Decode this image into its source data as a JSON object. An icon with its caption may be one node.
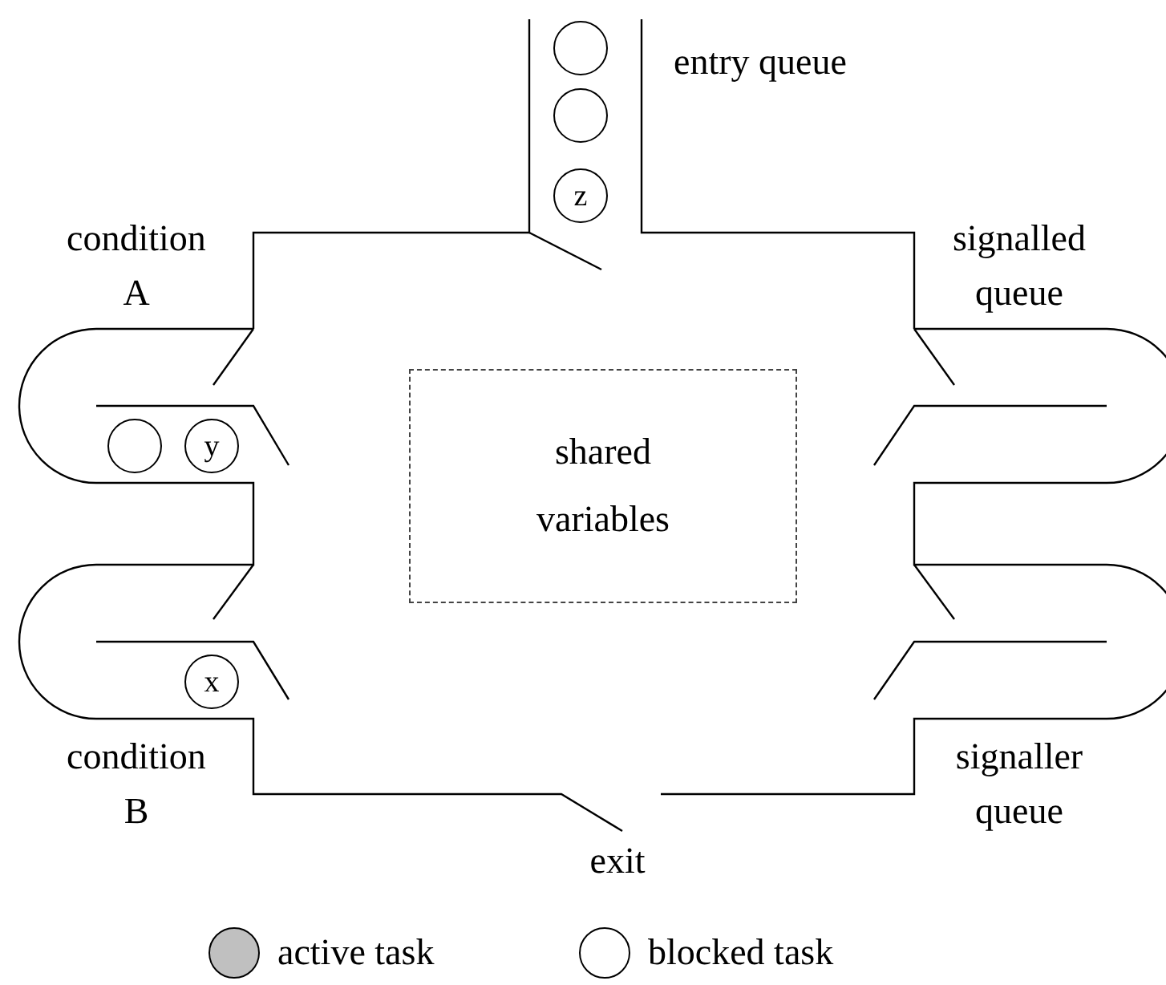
{
  "diagram": {
    "nodes": [
      {
        "text": [],
        "shape": "circle"
      },
      {
        "text": [],
        "shape": "circle"
      },
      {
        "text": [
          "z"
        ]
      },
      {
        "text": [],
        "shape": "circle"
      },
      {
        "text": [
          "y"
        ]
      },
      {
        "text": [
          "shared variables"
        ]
      },
      {
        "text": [
          "x"
        ]
      }
    ],
    "edges": [],
    "labels": [
      "entry queue",
      "condition A",
      "signalled queue",
      "condition B",
      "signaller queue",
      "exit"
    ],
    "legend": [
      {
        "text": "active task",
        "color": "#c0c0c0"
      },
      {
        "text": "blocked task",
        "color": "#ffffff"
      }
    ]
  }
}
